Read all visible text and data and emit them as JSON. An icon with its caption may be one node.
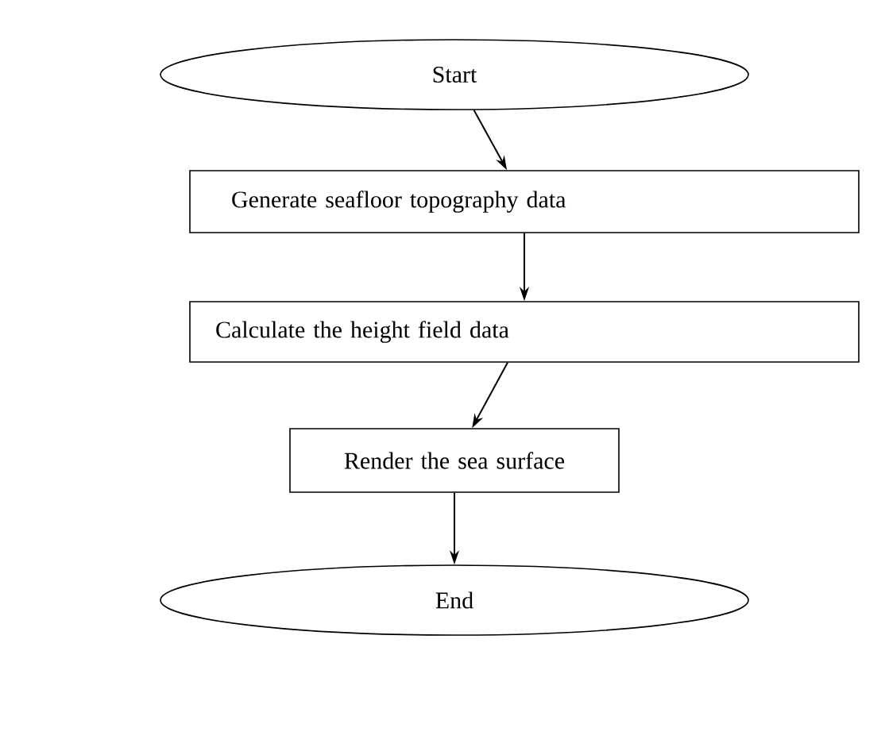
{
  "diagram": {
    "nodes": [
      {
        "text": [
          "Start"
        ]
      },
      {
        "text": [
          "Generate seafloor topography data"
        ]
      },
      {
        "text": [
          "Calculate the height field data"
        ]
      },
      {
        "text": [
          "Render the sea surface"
        ]
      },
      {
        "text": [
          "End"
        ]
      }
    ],
    "edges": [
      {
        "from": 0,
        "to": 1,
        "arrow": "to"
      },
      {
        "from": 1,
        "to": 2,
        "arrow": "to"
      },
      {
        "from": 2,
        "to": 3,
        "arrow": "to"
      },
      {
        "from": 3,
        "to": 4,
        "arrow": "to"
      }
    ]
  }
}
